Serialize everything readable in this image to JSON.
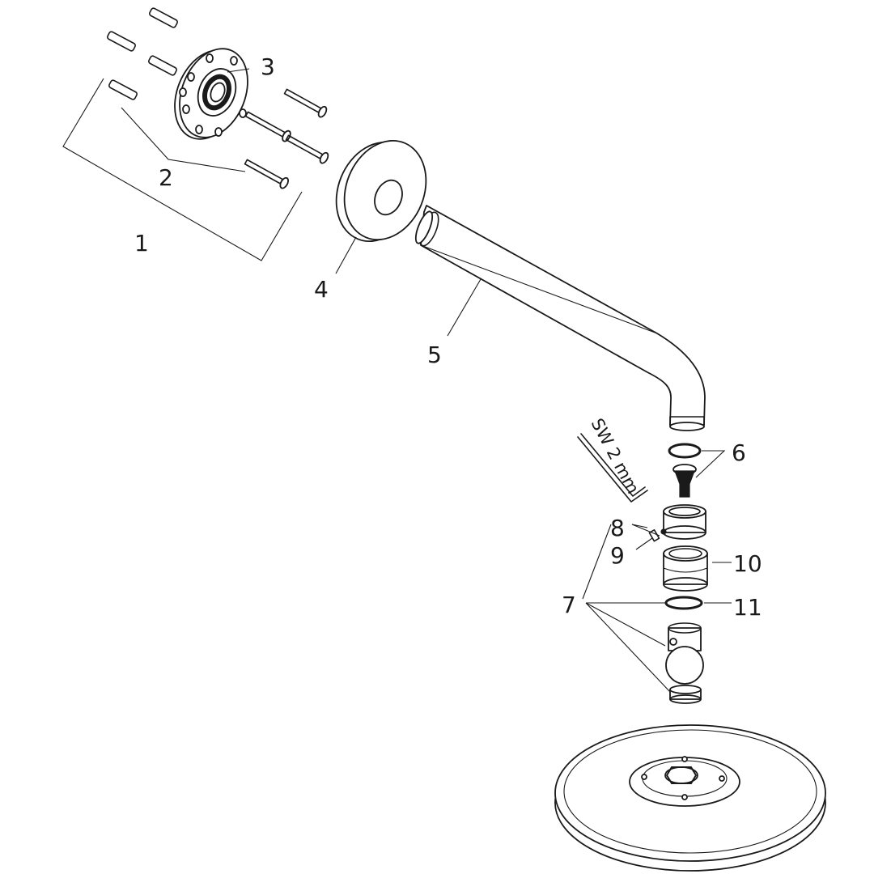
{
  "colors": {
    "line": "#1a1a1a",
    "background": "#ffffff"
  },
  "callouts": [
    {
      "id": "1",
      "text": "1"
    },
    {
      "id": "2",
      "text": "2"
    },
    {
      "id": "3",
      "text": "3"
    },
    {
      "id": "4",
      "text": "4"
    },
    {
      "id": "5",
      "text": "5"
    },
    {
      "id": "6",
      "text": "6"
    },
    {
      "id": "7",
      "text": "7"
    },
    {
      "id": "8",
      "text": "8"
    },
    {
      "id": "9",
      "text": "9"
    },
    {
      "id": "10",
      "text": "10"
    },
    {
      "id": "11",
      "text": "11"
    }
  ],
  "tool": {
    "label": "SW 2 mm",
    "icon": "hex-key-icon"
  }
}
